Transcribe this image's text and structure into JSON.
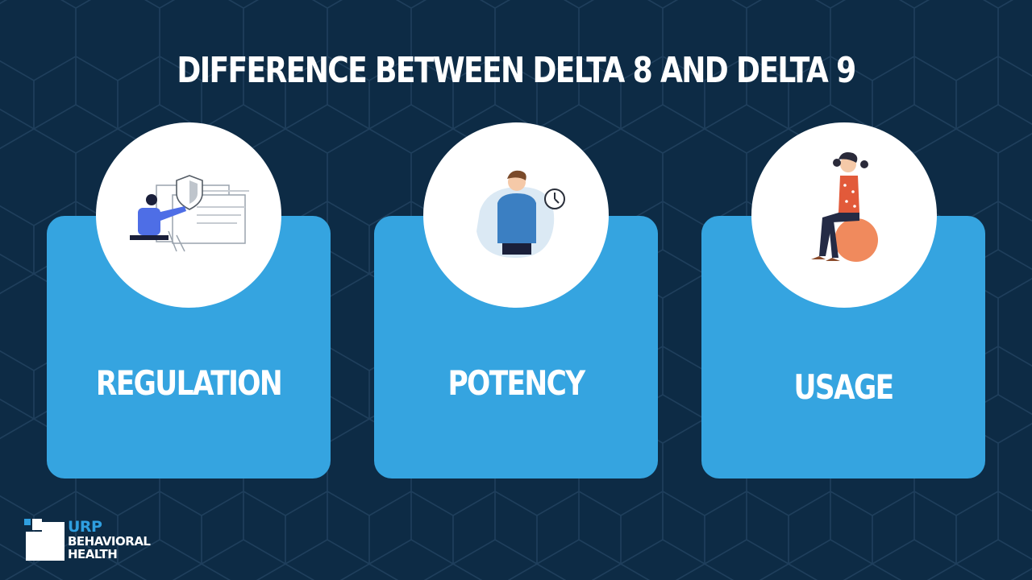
{
  "title": "DIFFERENCE BETWEEN DELTA 8 AND DELTA 9",
  "cards": [
    {
      "label": "REGULATION",
      "icon": "regulation-illustration-icon"
    },
    {
      "label": "POTENCY",
      "icon": "potency-illustration-icon"
    },
    {
      "label": "USAGE",
      "icon": "usage-illustration-icon"
    }
  ],
  "logo": {
    "line1": "URP",
    "line2": "BEHAVIORAL",
    "line3": "HEALTH"
  },
  "colors": {
    "background": "#0d2b45",
    "card": "#35a4e0",
    "circle": "#ffffff",
    "accent_orange": "#f08a5d",
    "accent_blue": "#2f9fe0"
  }
}
